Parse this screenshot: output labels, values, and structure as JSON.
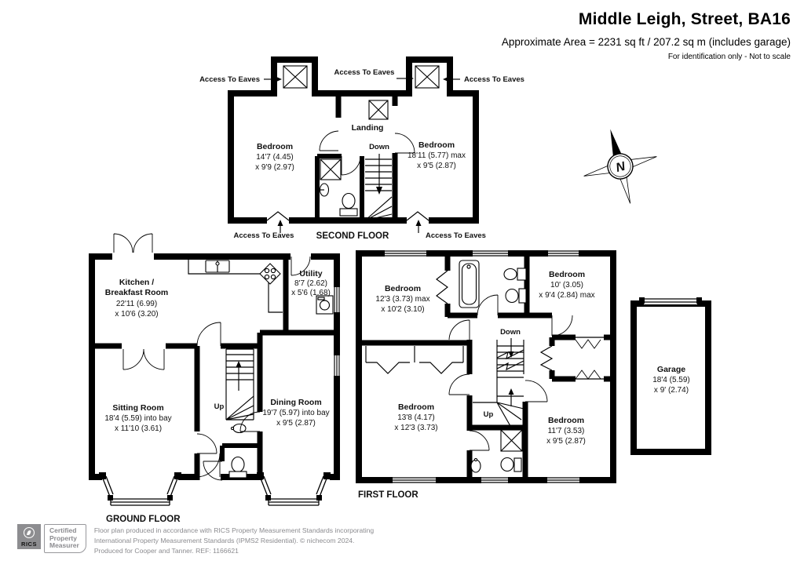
{
  "header": {
    "title": "Middle Leigh, Street, BA16",
    "area_line": "Approximate Area = 2231 sq ft / 207.2 sq m (includes garage)",
    "disclaimer": "For identification only - Not to scale"
  },
  "second_floor": {
    "label": "SECOND FLOOR",
    "bedroom_left": {
      "name": "Bedroom",
      "dim1": "14'7 (4.45)",
      "dim2": "x 9'9 (2.97)"
    },
    "bedroom_right": {
      "name": "Bedroom",
      "dim1": "18'11 (5.77) max",
      "dim2": "x 9'5 (2.87)"
    },
    "landing": "Landing",
    "down": "Down",
    "access_left": "Access To Eaves",
    "access_top": "Access To Eaves",
    "access_right": "Access To Eaves",
    "access_bottom_left": "Access To Eaves",
    "access_bottom_right": "Access To Eaves"
  },
  "ground_floor": {
    "label": "GROUND FLOOR",
    "kitchen": {
      "name1": "Kitchen /",
      "name2": "Breakfast Room",
      "dim1": "22'11 (6.99)",
      "dim2": "x 10'6 (3.20)"
    },
    "utility": {
      "name": "Utility",
      "dim1": "8'7 (2.62)",
      "dim2": "x 5'6 (1.68)"
    },
    "sitting_room": {
      "name": "Sitting Room",
      "dim1": "18'4 (5.59) into bay",
      "dim2": "x 11'10 (3.61)"
    },
    "dining_room": {
      "name": "Dining Room",
      "dim1": "19'7 (5.97) into bay",
      "dim2": "x 9'5 (2.87)"
    },
    "up": "Up"
  },
  "first_floor": {
    "label": "FIRST FLOOR",
    "bedroom_top_left": {
      "name": "Bedroom",
      "dim1": "12'3 (3.73) max",
      "dim2": "x 10'2 (3.10)"
    },
    "bedroom_top_right": {
      "name": "Bedroom",
      "dim1": "10' (3.05)",
      "dim2": "x 9'4 (2.84) max"
    },
    "bedroom_bottom_left": {
      "name": "Bedroom",
      "dim1": "13'8 (4.17)",
      "dim2": "x 12'3 (3.73)"
    },
    "bedroom_bottom_right": {
      "name": "Bedroom",
      "dim1": "11'7 (3.53)",
      "dim2": "x 9'5 (2.87)"
    },
    "down": "Down",
    "up": "Up"
  },
  "garage": {
    "name": "Garage",
    "dim1": "18'4 (5.59)",
    "dim2": "x 9' (2.74)"
  },
  "compass": {
    "north": "N"
  },
  "footer": {
    "rics": "RICS",
    "badge": {
      "line1": "Certified",
      "line2": "Property",
      "line3": "Measurer"
    },
    "line1": "Floor plan produced in accordance with RICS Property Measurement Standards incorporating",
    "line2": "International Property Measurement Standards (IPMS2 Residential).   © nichecom 2024.",
    "line3": "Produced for Cooper and Tanner.   REF: 1166621"
  }
}
